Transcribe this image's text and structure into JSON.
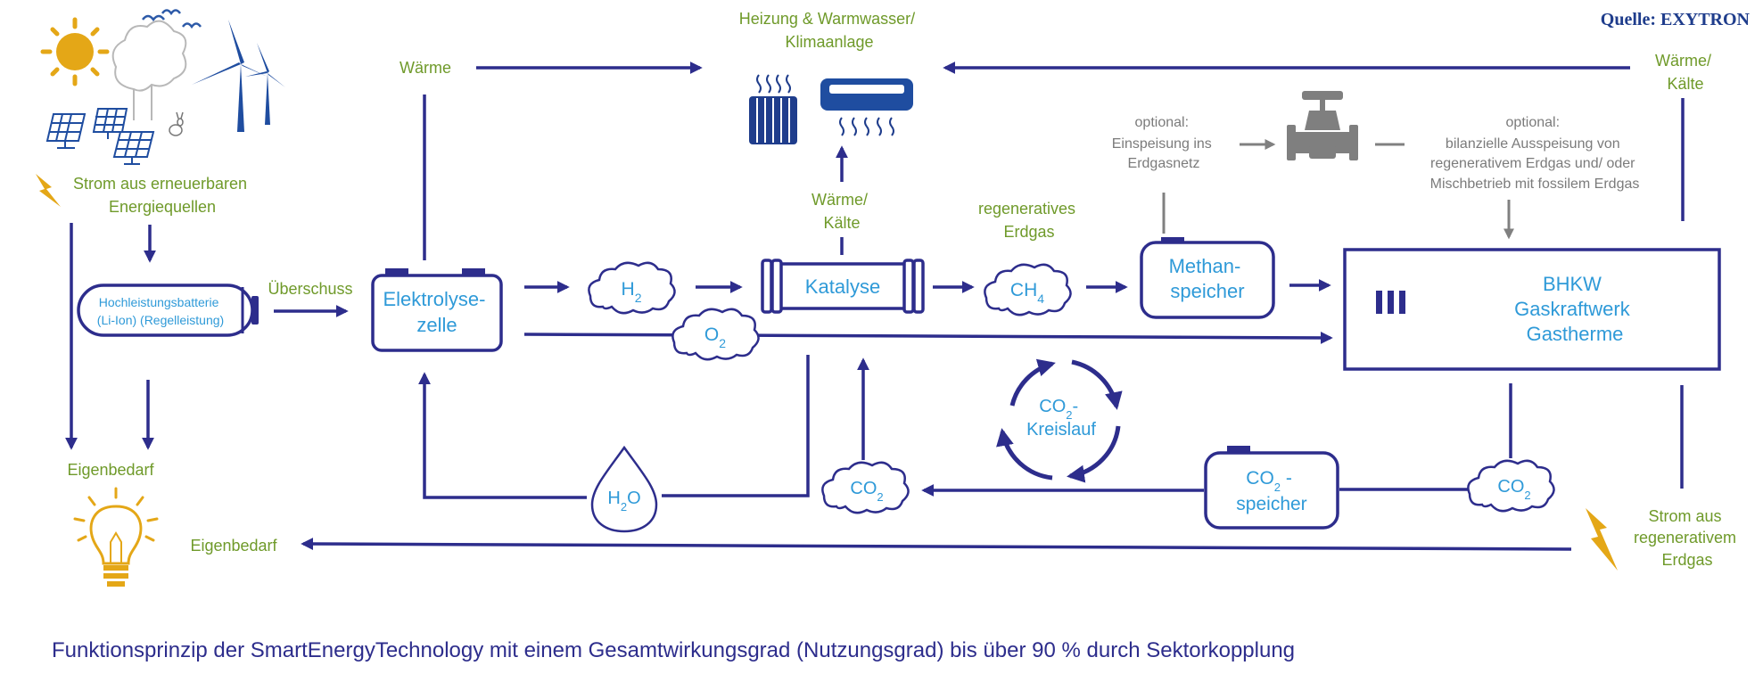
{
  "source": "Quelle: EXYTRON",
  "caption": "Funktionsprinzip der SmartEnergyTechnology mit einem Gesamtwirkungsgrad (Nutzungsgrad) bis über 90 % durch Sektorkopplung",
  "labels": {
    "strom_erneuerbar": [
      "Strom aus erneuerbaren",
      "Energiequellen"
    ],
    "waerme_left": "Wärme",
    "heizung": [
      "Heizung & Warmwasser/",
      "Klimaanlage"
    ],
    "waerme_kaelte_right": [
      "Wärme/",
      "Kälte"
    ],
    "waerme_kaelte_mid": [
      "Wärme/",
      "Kälte"
    ],
    "optional_einspeisung": [
      "optional:",
      "Einspeisung ins",
      "Erdgasnetz"
    ],
    "optional_ausspeisung": [
      "optional:",
      "bilanzielle Ausspeisung von",
      "regenerativem Erdgas und/ oder",
      "Mischbetrieb mit fossilem Erdgas"
    ],
    "regeneratives_erdgas": [
      "regeneratives",
      "Erdgas"
    ],
    "ueberschuss": "Überschuss",
    "eigenbedarf_top": "Eigenbedarf",
    "eigenbedarf_bottom": "Eigenbedarf",
    "strom_regenerativ": [
      "Strom aus",
      "regenerativem",
      "Erdgas"
    ]
  },
  "nodes": {
    "battery": [
      "Hochleistungsbatterie",
      "(Li-Ion) (Regelleistung)"
    ],
    "electrolysis": [
      "Elektrolyse-",
      "zelle"
    ],
    "catalysis": "Katalyse",
    "methane_storage": [
      "Methan-",
      "speicher"
    ],
    "bhkw": [
      "BHKW",
      "Gaskraftwerk",
      "Gastherme"
    ],
    "co2_storage_main": "CO",
    "co2_storage_line2": "speicher",
    "co2_cycle": [
      "CO",
      "Kreislauf"
    ]
  },
  "molecules": {
    "h2": {
      "base": "H",
      "sub": "2"
    },
    "o2": {
      "base": "O",
      "sub": "2"
    },
    "ch4": {
      "base": "CH",
      "sub": "4"
    },
    "h2o": {
      "base": "H",
      "sub": "2",
      "tail": "O"
    },
    "co2_left": {
      "base": "CO",
      "sub": "2"
    },
    "co2_right": {
      "base": "CO",
      "sub": "2"
    }
  },
  "icons": [
    "sun-icon",
    "tree-icon",
    "birds-icon",
    "wind-turbine-icon",
    "solar-panel-icon",
    "rabbit-icon",
    "lightning-icon",
    "radiator-icon",
    "air-conditioner-icon",
    "gas-valve-icon",
    "light-bulb-icon",
    "water-drop-icon",
    "cycle-arrows-icon"
  ],
  "colors": {
    "flow": "#2d2d8c",
    "label_green": "#6f9a2a",
    "label_blue": "#2f9ad8",
    "label_gray": "#7b7b7b",
    "accent_yellow": "#e4a717",
    "source_blue": "#1f3d8c"
  }
}
